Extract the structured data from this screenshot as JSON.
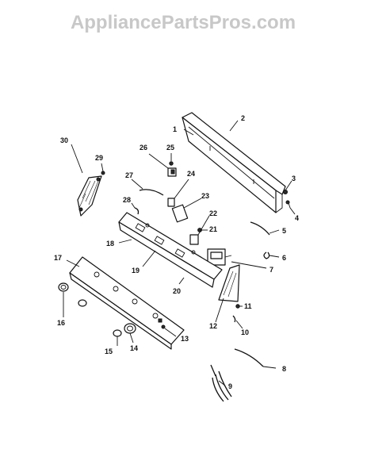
{
  "watermark": "AppliancePartsPros.com",
  "callouts": [
    "1",
    "2",
    "3",
    "4",
    "5",
    "6",
    "7",
    "8",
    "9",
    "10",
    "11",
    "12",
    "13",
    "14",
    "15",
    "16",
    "17",
    "18",
    "19",
    "20",
    "21",
    "22",
    "23",
    "24",
    "25",
    "26",
    "27",
    "28",
    "29",
    "30"
  ]
}
